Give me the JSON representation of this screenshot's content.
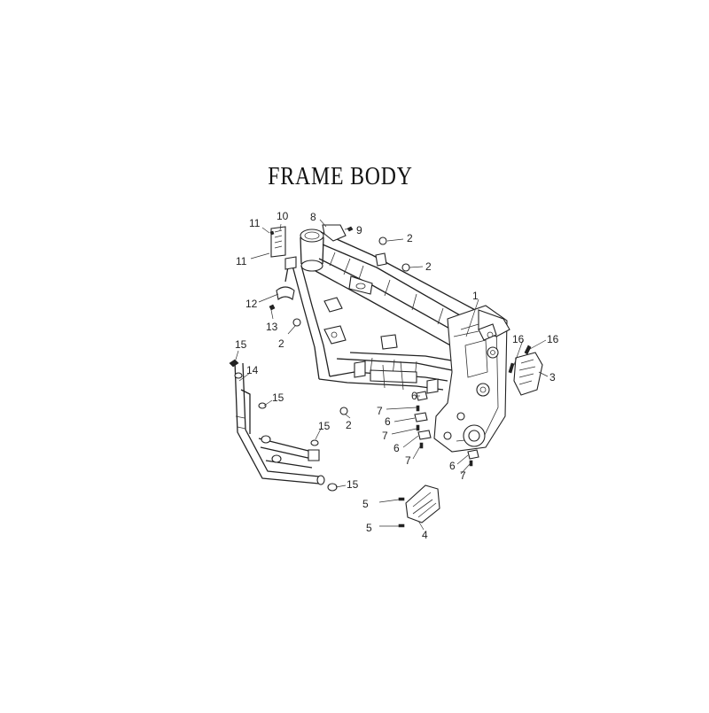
{
  "diagram": {
    "title": "FRAME BODY",
    "callouts": {
      "c1": "1",
      "c2a": "2",
      "c2b": "2",
      "c2c": "2",
      "c2d": "2",
      "c3": "3",
      "c4": "4",
      "c5a": "5",
      "c5b": "5",
      "c6a": "6",
      "c6b": "6",
      "c6c": "6",
      "c6d": "6",
      "c7a": "7",
      "c7b": "7",
      "c7c": "7",
      "c7d": "7",
      "c8": "8",
      "c9": "9",
      "c10": "10",
      "c11a": "11",
      "c11b": "11",
      "c12": "12",
      "c13": "13",
      "c14": "14",
      "c15a": "15",
      "c15b": "15",
      "c15c": "15",
      "c15d": "15",
      "c16a": "16",
      "c16b": "16"
    }
  }
}
